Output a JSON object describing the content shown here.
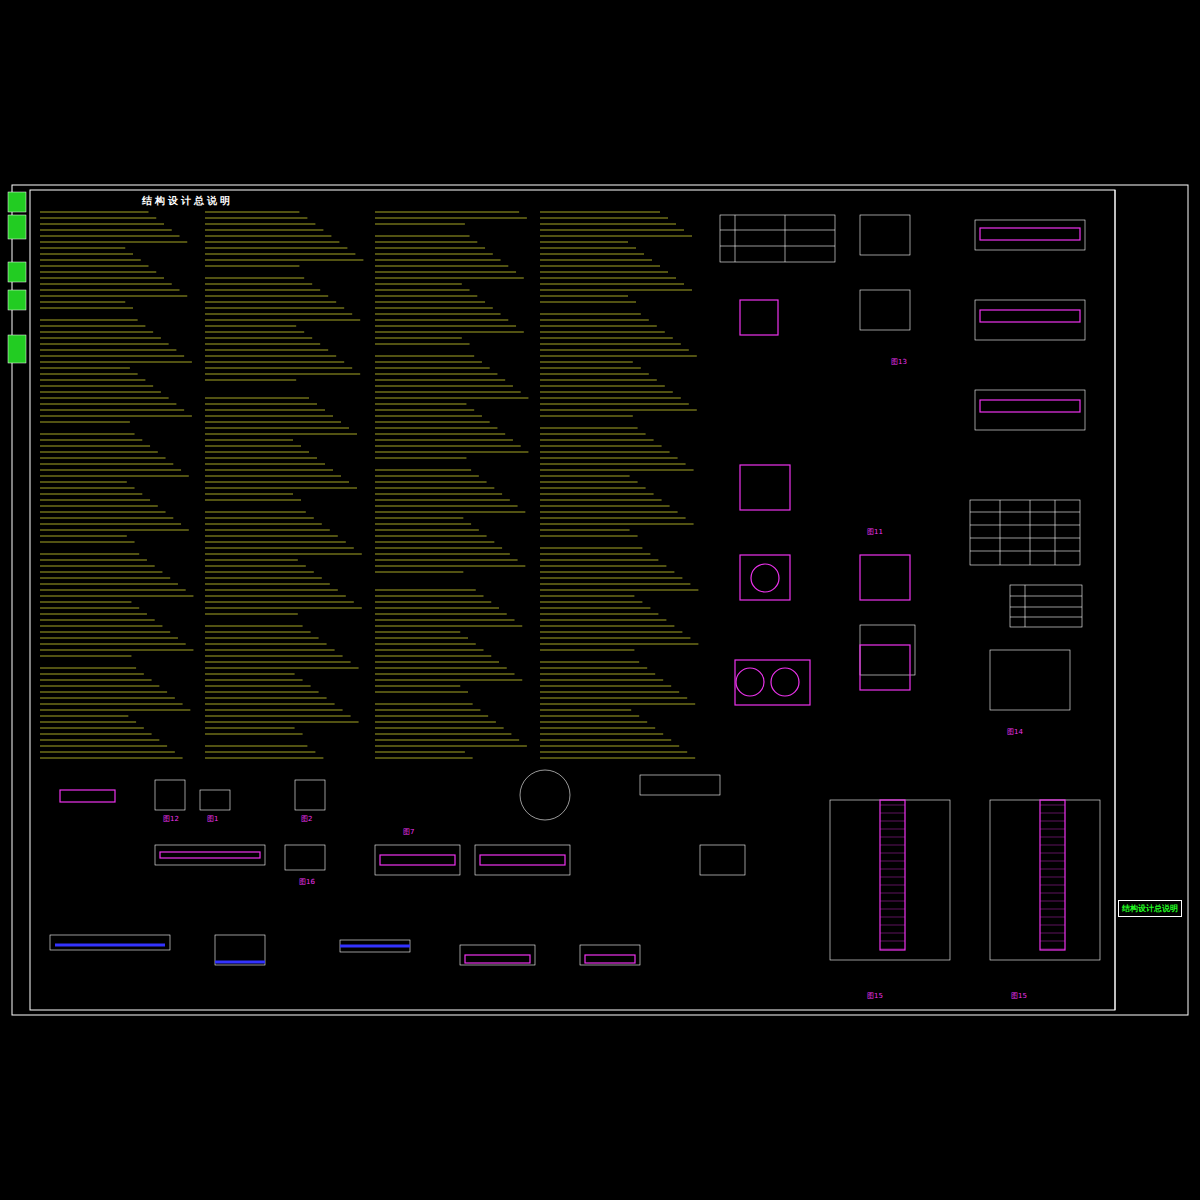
{
  "diagram": {
    "title": "结构设计总说明",
    "nodes": [
      {
        "text": [
          "结构设计总说明"
        ]
      }
    ],
    "labels": [
      "图12",
      "图1",
      "图2",
      "图7",
      "图16",
      "图13",
      "图11",
      "图14",
      "图15",
      "图15"
    ]
  }
}
